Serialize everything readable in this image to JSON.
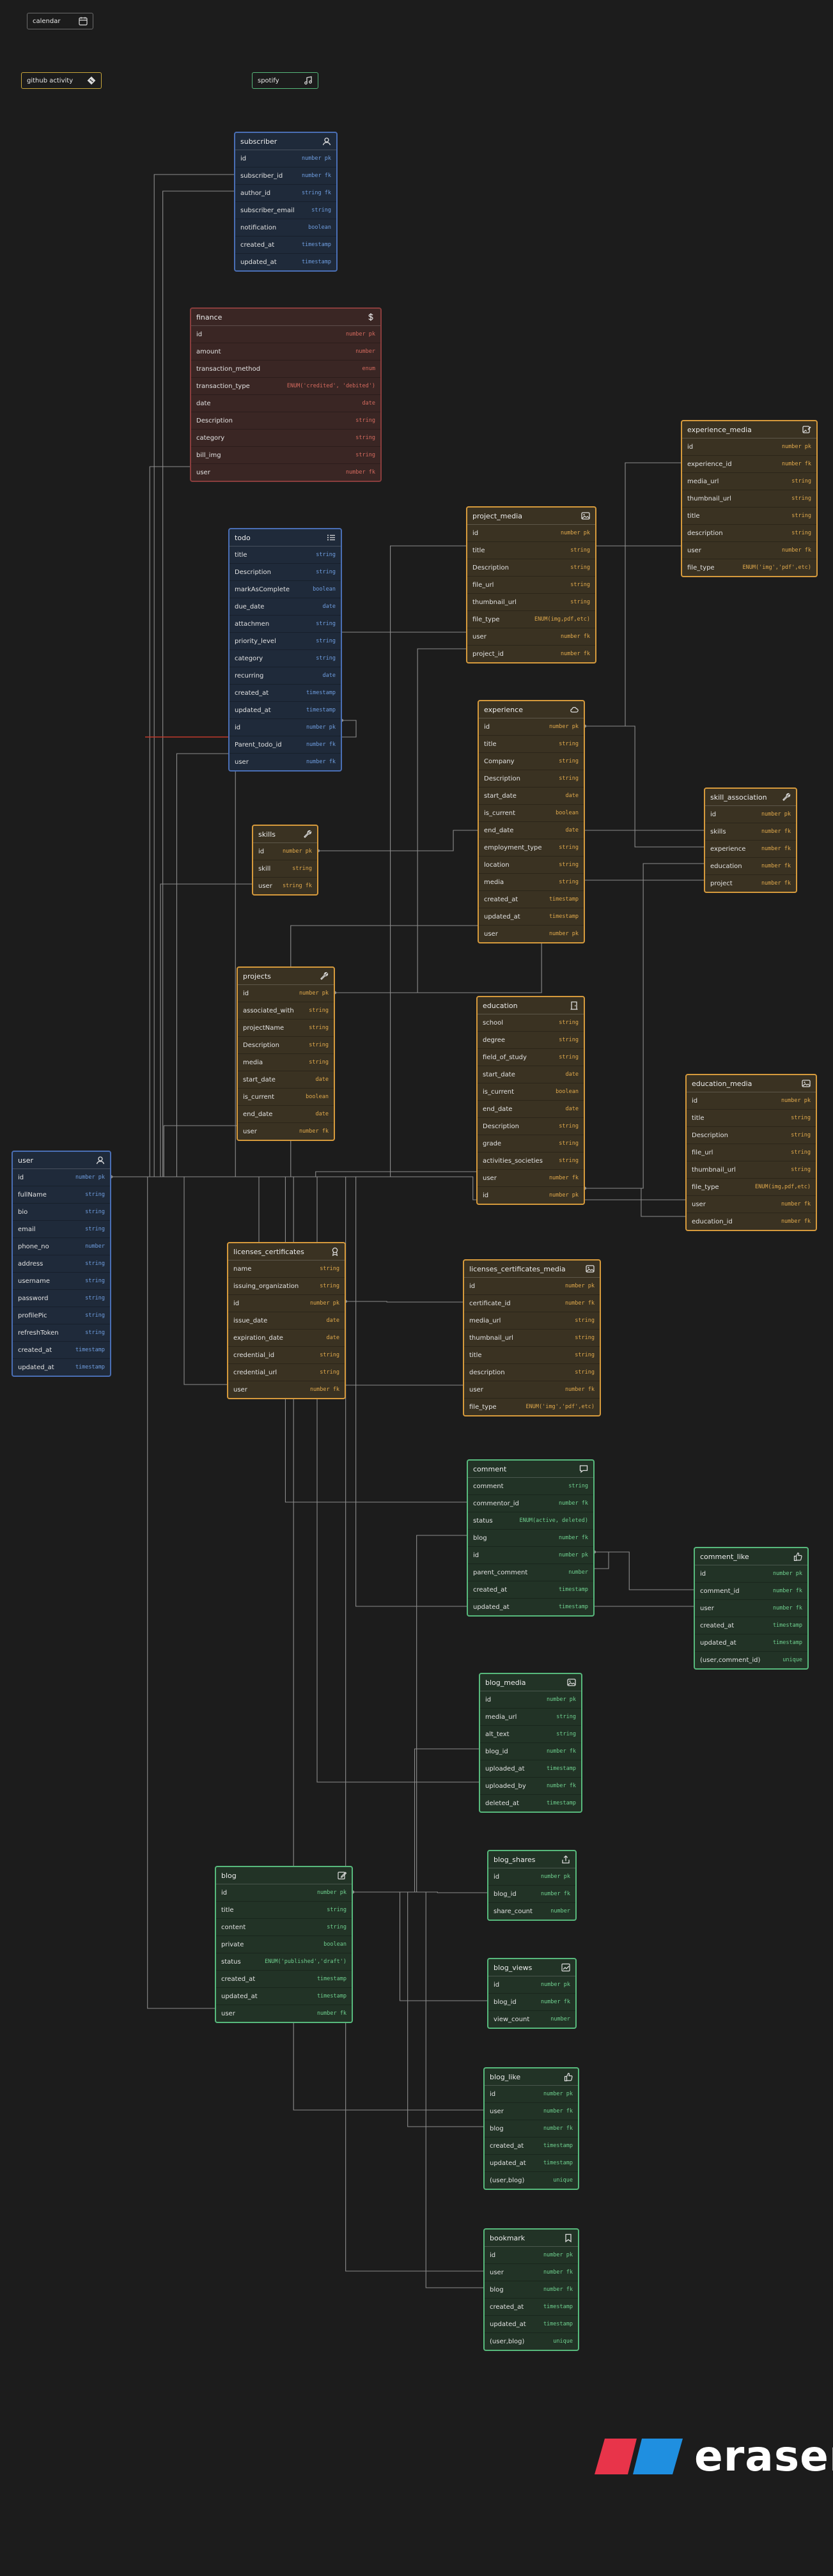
{
  "colors": {
    "background": "#1c1c1c",
    "connector": "#8c8c8c",
    "highlight_connector": "#c0392b",
    "themes": {
      "blue": {
        "border": "#4a6fb5",
        "fill": "#1f2a3a",
        "type": "#6f9ee0"
      },
      "red": {
        "border": "#8a3d3d",
        "fill": "#3a2624",
        "type": "#d46a5e"
      },
      "orange": {
        "border": "#d69a3c",
        "fill": "#3a3222",
        "type": "#e0a94c"
      },
      "green": {
        "border": "#57b97c",
        "fill": "#223326",
        "type": "#6fd08f"
      }
    }
  },
  "chips": [
    {
      "id": "calendar",
      "label": "calendar",
      "icon": "calendar-icon",
      "border": "#6b6b6b"
    },
    {
      "id": "github",
      "label": "github activity",
      "icon": "git-diamond-icon",
      "border": "#c9a63a"
    },
    {
      "id": "spotify",
      "label": "spotify",
      "icon": "music-note-icon",
      "border": "#57b97c"
    }
  ],
  "entities": [
    {
      "id": "subscriber",
      "title": "subscriber",
      "theme": "blue",
      "icon": "user-icon",
      "fields": [
        {
          "n": "id",
          "t": "number pk"
        },
        {
          "n": "subscriber_id",
          "t": "number fk"
        },
        {
          "n": "author_id",
          "t": "string fk"
        },
        {
          "n": "subscriber_email",
          "t": "string"
        },
        {
          "n": "notification",
          "t": "boolean"
        },
        {
          "n": "created_at",
          "t": "timestamp"
        },
        {
          "n": "updated_at",
          "t": "timestamp"
        }
      ]
    },
    {
      "id": "finance",
      "title": "finance",
      "theme": "red",
      "icon": "dollar-icon",
      "fields": [
        {
          "n": "id",
          "t": "number pk"
        },
        {
          "n": "amount",
          "t": "number"
        },
        {
          "n": "transaction_method",
          "t": "enum"
        },
        {
          "n": "transaction_type",
          "t": "ENUM('credited', 'debited')"
        },
        {
          "n": "date",
          "t": "date"
        },
        {
          "n": "Description",
          "t": "string"
        },
        {
          "n": "category",
          "t": "string"
        },
        {
          "n": "bill_img",
          "t": "string"
        },
        {
          "n": "user",
          "t": "number fk"
        }
      ]
    },
    {
      "id": "todo",
      "title": "todo",
      "theme": "blue",
      "icon": "list-icon",
      "fields": [
        {
          "n": "title",
          "t": "string"
        },
        {
          "n": "Description",
          "t": "string"
        },
        {
          "n": "markAsComplete",
          "t": "boolean"
        },
        {
          "n": "due_date",
          "t": "date"
        },
        {
          "n": "attachmen",
          "t": "string"
        },
        {
          "n": "priority_level",
          "t": "string"
        },
        {
          "n": "category",
          "t": "string"
        },
        {
          "n": "recurring",
          "t": "date"
        },
        {
          "n": "created_at",
          "t": "timestamp"
        },
        {
          "n": "updated_at",
          "t": "timestamp"
        },
        {
          "n": "id",
          "t": "number pk"
        },
        {
          "n": "Parent_todo_id",
          "t": "number fk"
        },
        {
          "n": "user",
          "t": "number fk"
        }
      ]
    },
    {
      "id": "project_media",
      "title": "project_media",
      "theme": "orange",
      "icon": "image-icon",
      "fields": [
        {
          "n": "id",
          "t": "number pk"
        },
        {
          "n": "title",
          "t": "string"
        },
        {
          "n": "Description",
          "t": "string"
        },
        {
          "n": "file_url",
          "t": "string"
        },
        {
          "n": "thumbnail_url",
          "t": "string"
        },
        {
          "n": "file_type",
          "t": "ENUM(img,pdf,etc)"
        },
        {
          "n": "user",
          "t": "number fk"
        },
        {
          "n": "project_id",
          "t": "number fk"
        }
      ]
    },
    {
      "id": "experience_media",
      "title": "experience_media",
      "theme": "orange",
      "icon": "image-edit-icon",
      "fields": [
        {
          "n": "id",
          "t": "number pk"
        },
        {
          "n": "experience_id",
          "t": "number fk"
        },
        {
          "n": "media_url",
          "t": "string"
        },
        {
          "n": "thumbnail_url",
          "t": "string"
        },
        {
          "n": "title",
          "t": "string"
        },
        {
          "n": "description",
          "t": "string"
        },
        {
          "n": "user",
          "t": "number fk"
        },
        {
          "n": "file_type",
          "t": "ENUM('img','pdf',etc)"
        }
      ]
    },
    {
      "id": "experience",
      "title": "experience",
      "theme": "orange",
      "icon": "cloud-icon",
      "fields": [
        {
          "n": "id",
          "t": "number pk"
        },
        {
          "n": "title",
          "t": "string"
        },
        {
          "n": "Company",
          "t": "string"
        },
        {
          "n": "Description",
          "t": "string"
        },
        {
          "n": "start_date",
          "t": "date"
        },
        {
          "n": "is_current",
          "t": "boolean"
        },
        {
          "n": "end_date",
          "t": "date"
        },
        {
          "n": "employment_type",
          "t": "string"
        },
        {
          "n": "location",
          "t": "string"
        },
        {
          "n": "media",
          "t": "string"
        },
        {
          "n": "created_at",
          "t": "timestamp"
        },
        {
          "n": "updated_at",
          "t": "timestamp"
        },
        {
          "n": "user",
          "t": "number pk"
        }
      ]
    },
    {
      "id": "skill_association",
      "title": "skill_association",
      "theme": "orange",
      "icon": "wrench-icon",
      "fields": [
        {
          "n": "id",
          "t": "number pk"
        },
        {
          "n": "skills",
          "t": "number fk"
        },
        {
          "n": "experience",
          "t": "number fk"
        },
        {
          "n": "education",
          "t": "number fk"
        },
        {
          "n": "project",
          "t": "number fk"
        }
      ]
    },
    {
      "id": "skills",
      "title": "skills",
      "theme": "orange",
      "icon": "wrench-icon",
      "fields": [
        {
          "n": "id",
          "t": "number pk"
        },
        {
          "n": "skill",
          "t": "string"
        },
        {
          "n": "user",
          "t": "string fk"
        }
      ]
    },
    {
      "id": "projects",
      "title": "projects",
      "theme": "orange",
      "icon": "wrench-icon",
      "fields": [
        {
          "n": "id",
          "t": "number pk"
        },
        {
          "n": "associated_with",
          "t": "string"
        },
        {
          "n": "projectName",
          "t": "string"
        },
        {
          "n": "Description",
          "t": "string"
        },
        {
          "n": "media",
          "t": "string"
        },
        {
          "n": "start_date",
          "t": "date"
        },
        {
          "n": "is_current",
          "t": "boolean"
        },
        {
          "n": "end_date",
          "t": "date"
        },
        {
          "n": "user",
          "t": "number fk"
        }
      ]
    },
    {
      "id": "education",
      "title": "education",
      "theme": "orange",
      "icon": "door-icon",
      "fields": [
        {
          "n": "school",
          "t": "string"
        },
        {
          "n": "degree",
          "t": "string"
        },
        {
          "n": "field_of_study",
          "t": "string"
        },
        {
          "n": "start_date",
          "t": "date"
        },
        {
          "n": "is_current",
          "t": "boolean"
        },
        {
          "n": "end_date",
          "t": "date"
        },
        {
          "n": "Description",
          "t": "string"
        },
        {
          "n": "grade",
          "t": "string"
        },
        {
          "n": "activities_societies",
          "t": "string"
        },
        {
          "n": "user",
          "t": "number fk"
        },
        {
          "n": "id",
          "t": "number pk"
        }
      ]
    },
    {
      "id": "education_media",
      "title": "education_media",
      "theme": "orange",
      "icon": "image-icon",
      "fields": [
        {
          "n": "id",
          "t": "number pk"
        },
        {
          "n": "title",
          "t": "string"
        },
        {
          "n": "Description",
          "t": "string"
        },
        {
          "n": "file_url",
          "t": "string"
        },
        {
          "n": "thumbnail_url",
          "t": "string"
        },
        {
          "n": "file_type",
          "t": "ENUM(img,pdf,etc)"
        },
        {
          "n": "user",
          "t": "number fk"
        },
        {
          "n": "education_id",
          "t": "number fk"
        }
      ]
    },
    {
      "id": "user",
      "title": "user",
      "theme": "blue",
      "icon": "user-icon",
      "fields": [
        {
          "n": "id",
          "t": "number pk"
        },
        {
          "n": "fullName",
          "t": "string"
        },
        {
          "n": "bio",
          "t": "string"
        },
        {
          "n": "email",
          "t": "string"
        },
        {
          "n": "phone_no",
          "t": "number"
        },
        {
          "n": "address",
          "t": "string"
        },
        {
          "n": "username",
          "t": "string"
        },
        {
          "n": "password",
          "t": "string"
        },
        {
          "n": "profilePic",
          "t": "string"
        },
        {
          "n": "refreshToken",
          "t": "string"
        },
        {
          "n": "created_at",
          "t": "timestamp"
        },
        {
          "n": "updated_at",
          "t": "timestamp"
        }
      ]
    },
    {
      "id": "licenses_certificates",
      "title": "licenses_certificates",
      "theme": "orange",
      "icon": "award-icon",
      "fields": [
        {
          "n": "name",
          "t": "string"
        },
        {
          "n": "issuing_organization",
          "t": "string"
        },
        {
          "n": "id",
          "t": "number pk"
        },
        {
          "n": "issue_date",
          "t": "date"
        },
        {
          "n": "expiration_date",
          "t": "date"
        },
        {
          "n": "credential_id",
          "t": "string"
        },
        {
          "n": "credential_url",
          "t": "string"
        },
        {
          "n": "user",
          "t": "number fk"
        }
      ]
    },
    {
      "id": "licenses_certificates_media",
      "title": "licenses_certificates_media",
      "theme": "orange",
      "icon": "image-icon",
      "fields": [
        {
          "n": "id",
          "t": "number pk"
        },
        {
          "n": "certificate_id",
          "t": "number fk"
        },
        {
          "n": "media_url",
          "t": "string"
        },
        {
          "n": "thumbnail_url",
          "t": "string"
        },
        {
          "n": "title",
          "t": "string"
        },
        {
          "n": "description",
          "t": "string"
        },
        {
          "n": "user",
          "t": "number fk"
        },
        {
          "n": "file_type",
          "t": "ENUM('img','pdf',etc)"
        }
      ]
    },
    {
      "id": "comment",
      "title": "comment",
      "theme": "green",
      "icon": "speech-bubble-icon",
      "fields": [
        {
          "n": "comment",
          "t": "string"
        },
        {
          "n": "commentor_id",
          "t": "number fk"
        },
        {
          "n": "status",
          "t": "ENUM(active, deleted)"
        },
        {
          "n": "blog",
          "t": "number fk"
        },
        {
          "n": "id",
          "t": "number pk"
        },
        {
          "n": "parent_comment",
          "t": "number"
        },
        {
          "n": "created_at",
          "t": "timestamp"
        },
        {
          "n": "updated_at",
          "t": "timestamp"
        }
      ]
    },
    {
      "id": "comment_like",
      "title": "comment_like",
      "theme": "green",
      "icon": "thumbs-up-icon",
      "fields": [
        {
          "n": "id",
          "t": "number pk"
        },
        {
          "n": "comment_id",
          "t": "number fk"
        },
        {
          "n": "user",
          "t": "number fk"
        },
        {
          "n": "created_at",
          "t": "timestamp"
        },
        {
          "n": "updated_at",
          "t": "timestamp"
        },
        {
          "n": "(user,comment_id)",
          "t": "unique"
        }
      ]
    },
    {
      "id": "blog_media",
      "title": "blog_media",
      "theme": "green",
      "icon": "image-icon",
      "fields": [
        {
          "n": "id",
          "t": "number pk"
        },
        {
          "n": "media_url",
          "t": "string"
        },
        {
          "n": "alt_text",
          "t": "string"
        },
        {
          "n": "blog_id",
          "t": "number fk"
        },
        {
          "n": "uploaded_at",
          "t": "timestamp"
        },
        {
          "n": "uploaded_by",
          "t": "number fk"
        },
        {
          "n": "deleted_at",
          "t": "timestamp"
        }
      ]
    },
    {
      "id": "blog_shares",
      "title": "blog_shares",
      "theme": "green",
      "icon": "share-icon",
      "fields": [
        {
          "n": "id",
          "t": "number pk"
        },
        {
          "n": "blog_id",
          "t": "number fk"
        },
        {
          "n": "share_count",
          "t": "number"
        }
      ]
    },
    {
      "id": "blog",
      "title": "blog",
      "theme": "green",
      "icon": "edit-icon",
      "fields": [
        {
          "n": "id",
          "t": "number pk"
        },
        {
          "n": "title",
          "t": "string"
        },
        {
          "n": "content",
          "t": "string"
        },
        {
          "n": "private",
          "t": "boolean"
        },
        {
          "n": "status",
          "t": "ENUM('published','draft')"
        },
        {
          "n": "created_at",
          "t": "timestamp"
        },
        {
          "n": "updated_at",
          "t": "timestamp"
        },
        {
          "n": "user",
          "t": "number fk"
        }
      ]
    },
    {
      "id": "blog_views",
      "title": "blog_views",
      "theme": "green",
      "icon": "chart-icon",
      "fields": [
        {
          "n": "id",
          "t": "number pk"
        },
        {
          "n": "blog_id",
          "t": "number fk"
        },
        {
          "n": "view_count",
          "t": "number"
        }
      ]
    },
    {
      "id": "blog_like",
      "title": "blog_like",
      "theme": "green",
      "icon": "thumbs-up-icon",
      "fields": [
        {
          "n": "id",
          "t": "number pk"
        },
        {
          "n": "user",
          "t": "number fk"
        },
        {
          "n": "blog",
          "t": "number fk"
        },
        {
          "n": "created_at",
          "t": "timestamp"
        },
        {
          "n": "updated_at",
          "t": "timestamp"
        },
        {
          "n": "(user,blog)",
          "t": "unique"
        }
      ]
    },
    {
      "id": "bookmark",
      "title": "bookmark",
      "theme": "green",
      "icon": "bookmark-icon",
      "fields": [
        {
          "n": "id",
          "t": "number pk"
        },
        {
          "n": "user",
          "t": "number fk"
        },
        {
          "n": "blog",
          "t": "number fk"
        },
        {
          "n": "created_at",
          "t": "timestamp"
        },
        {
          "n": "updated_at",
          "t": "timestamp"
        },
        {
          "n": "(user,blog)",
          "t": "unique"
        }
      ]
    }
  ],
  "relations": [
    [
      "subscriber.subscriber_id",
      "user.id"
    ],
    [
      "subscriber.author_id",
      "user.id"
    ],
    [
      "finance.user",
      "user.id"
    ],
    [
      "todo.user",
      "user.id"
    ],
    [
      "todo.Parent_todo_id",
      "todo.id"
    ],
    [
      "skills.user",
      "user.id"
    ],
    [
      "projects.user",
      "user.id"
    ],
    [
      "experience.user",
      "user.id"
    ],
    [
      "education.user",
      "user.id"
    ],
    [
      "project_media.project_id",
      "projects.id"
    ],
    [
      "project_media.user",
      "user.id"
    ],
    [
      "experience_media.experience_id",
      "experience.id"
    ],
    [
      "experience_media.user",
      "user.id"
    ],
    [
      "education_media.education_id",
      "education.id"
    ],
    [
      "education_media.user",
      "user.id"
    ],
    [
      "skill_association.skills",
      "skills.id"
    ],
    [
      "skill_association.experience",
      "experience.id"
    ],
    [
      "skill_association.education",
      "education.id"
    ],
    [
      "skill_association.project",
      "projects.id"
    ],
    [
      "licenses_certificates.user",
      "user.id"
    ],
    [
      "licenses_certificates_media.certificate_id",
      "licenses_certificates.id"
    ],
    [
      "licenses_certificates_media.user",
      "user.id"
    ],
    [
      "comment.commentor_id",
      "user.id"
    ],
    [
      "comment.blog",
      "blog.id"
    ],
    [
      "comment.parent_comment",
      "comment.id"
    ],
    [
      "comment_like.comment_id",
      "comment.id"
    ],
    [
      "comment_like.user",
      "user.id"
    ],
    [
      "blog_media.blog_id",
      "blog.id"
    ],
    [
      "blog_media.uploaded_by",
      "user.id"
    ],
    [
      "blog_shares.blog_id",
      "blog.id"
    ],
    [
      "blog_views.blog_id",
      "blog.id"
    ],
    [
      "blog_like.blog",
      "blog.id"
    ],
    [
      "blog_like.user",
      "user.id"
    ],
    [
      "bookmark.blog",
      "blog.id"
    ],
    [
      "bookmark.user",
      "user.id"
    ],
    [
      "blog.user",
      "user.id"
    ]
  ],
  "brand": {
    "wordmark": "eraser",
    "colors": [
      "#e8344a",
      "#1f8fe0"
    ]
  }
}
